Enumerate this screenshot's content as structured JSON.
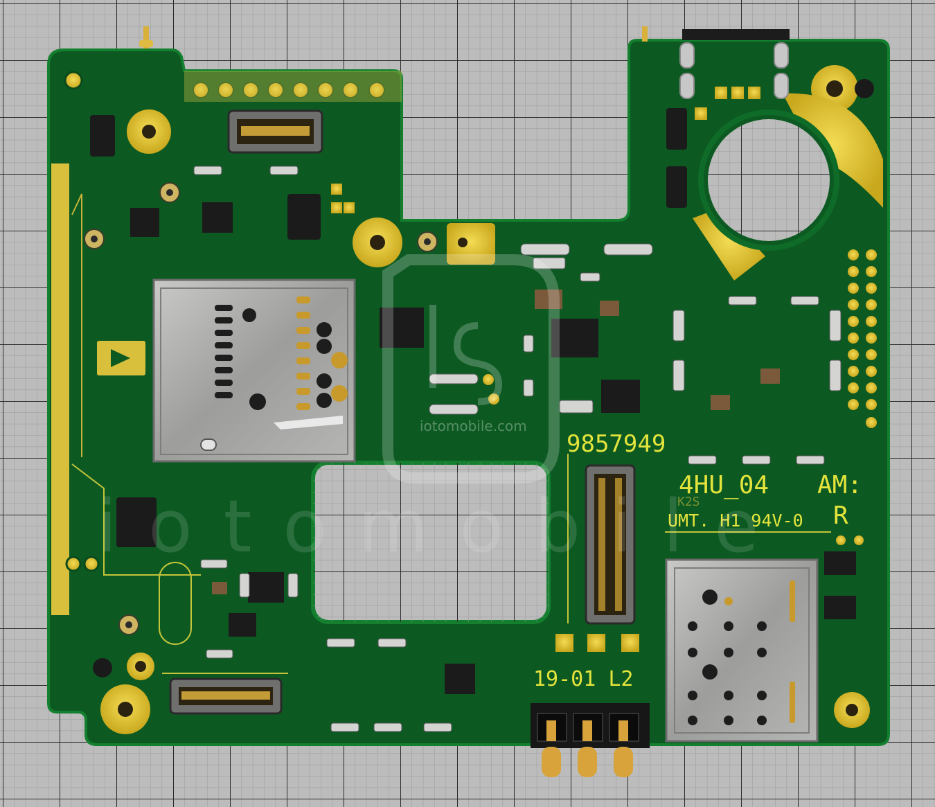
{
  "photo": {
    "subject": "PCB",
    "colors": {
      "background": "#b9b9b9",
      "grid_line": "#2a2a2a",
      "board": "#0c5a22",
      "board_edge": "#12792f",
      "gold": "#e2c62e",
      "metal": "#a7a7a5",
      "chip": "#1b1b1b",
      "silkscreen": "#e4e43c"
    }
  },
  "silkscreen": {
    "serial": "9857949",
    "model": "4HU_04",
    "am_label": "AM:",
    "r_label": "R",
    "rating": "UMT. H1  94V-0",
    "date_code": "19-01  L2",
    "small_mark": "K2S"
  },
  "watermark": {
    "word": "i  o  t  o  m  o  b  i  l  e",
    "url": "iotomobile.com"
  }
}
